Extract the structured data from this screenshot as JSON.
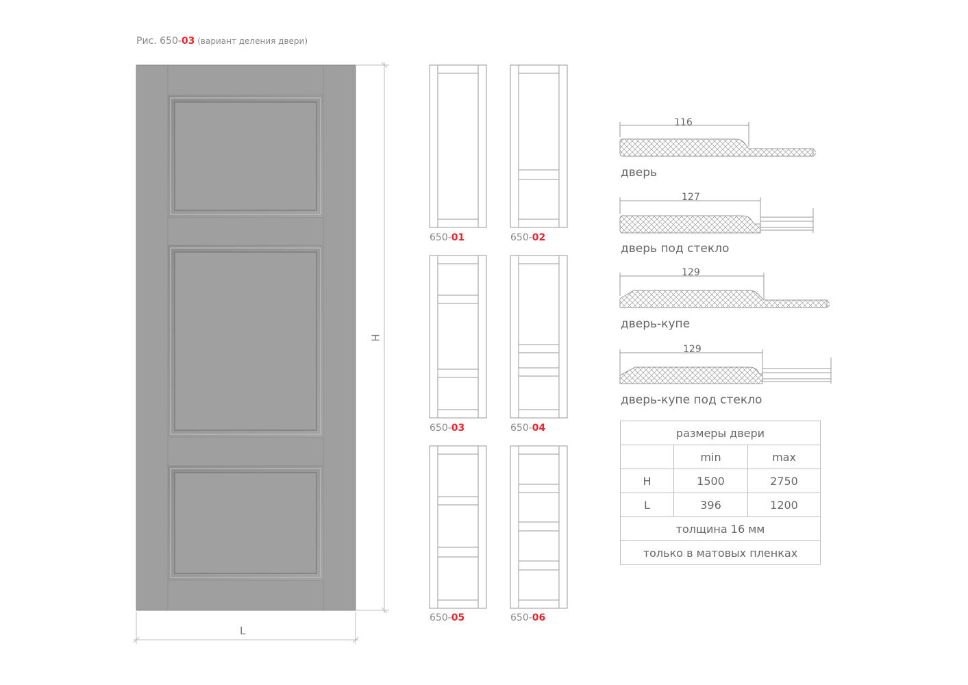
{
  "figure": {
    "prefix": "Рис. 650-",
    "number": "03",
    "caption": " (вариант деления двери)"
  },
  "main_door": {
    "width_label": "L",
    "height_label": "H"
  },
  "variants": [
    {
      "prefix": "650-",
      "number": "01"
    },
    {
      "prefix": "650-",
      "number": "02"
    },
    {
      "prefix": "650-",
      "number": "03"
    },
    {
      "prefix": "650-",
      "number": "04"
    },
    {
      "prefix": "650-",
      "number": "05"
    },
    {
      "prefix": "650-",
      "number": "06"
    }
  ],
  "profiles": [
    {
      "dimension": "116",
      "label": "дверь"
    },
    {
      "dimension": "127",
      "label": "дверь под стекло"
    },
    {
      "dimension": "129",
      "label": "дверь-купе"
    },
    {
      "dimension": "129",
      "label": "дверь-купе под стекло"
    }
  ],
  "sizes_table": {
    "title": "размеры двери",
    "col_min": "min",
    "col_max": "max",
    "rows": [
      {
        "label": "H",
        "min": "1500",
        "max": "2750"
      },
      {
        "label": "L",
        "min": "396",
        "max": "1200"
      }
    ],
    "thickness": "толщина 16 мм",
    "note": "только в матовых пленках"
  },
  "colors": {
    "door_fill": "#9e9e9e",
    "accent": "#e3262d",
    "line": "#b0b0b0"
  }
}
